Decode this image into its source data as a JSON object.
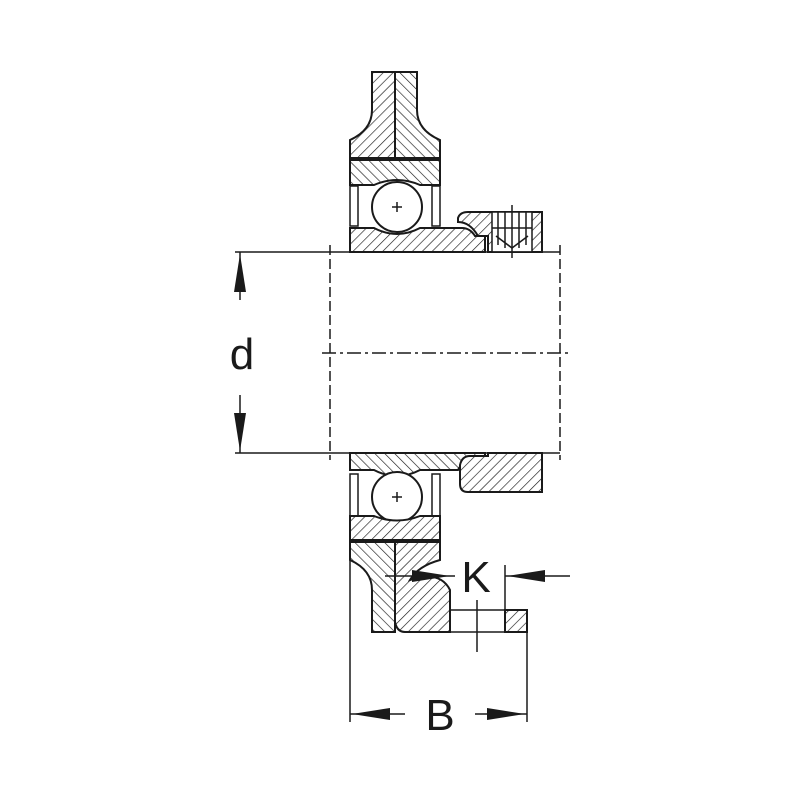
{
  "diagram": {
    "labels": {
      "bore_diameter": "d",
      "set_screw_distance": "K",
      "overall_width": "B"
    },
    "colors": {
      "line": "#1a1a1a",
      "background": "#ffffff"
    }
  }
}
